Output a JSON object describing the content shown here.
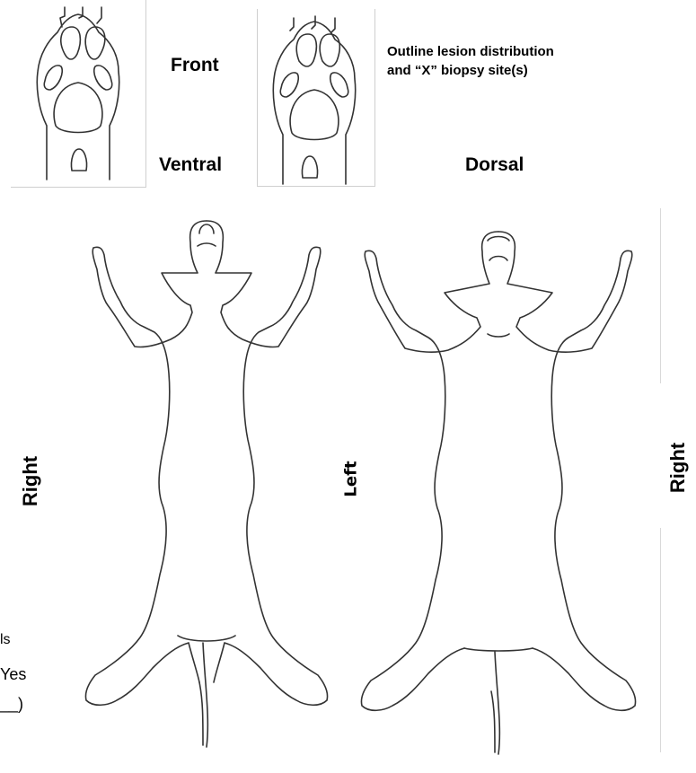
{
  "paw_diagram": {
    "front_label": "Front",
    "ventral_label": "Ventral",
    "dorsal_label": "Dorsal",
    "instruction_line1": "Outline lesion distribution",
    "instruction_line2": "and “X” biopsy site(s)"
  },
  "body_diagram": {
    "right_label_left": "Right",
    "center_label": "Left",
    "right_label_right": "Right"
  },
  "cut_off_text": {
    "fragment1": "ls",
    "fragment2": "Yes",
    "fragment3": "__)"
  }
}
